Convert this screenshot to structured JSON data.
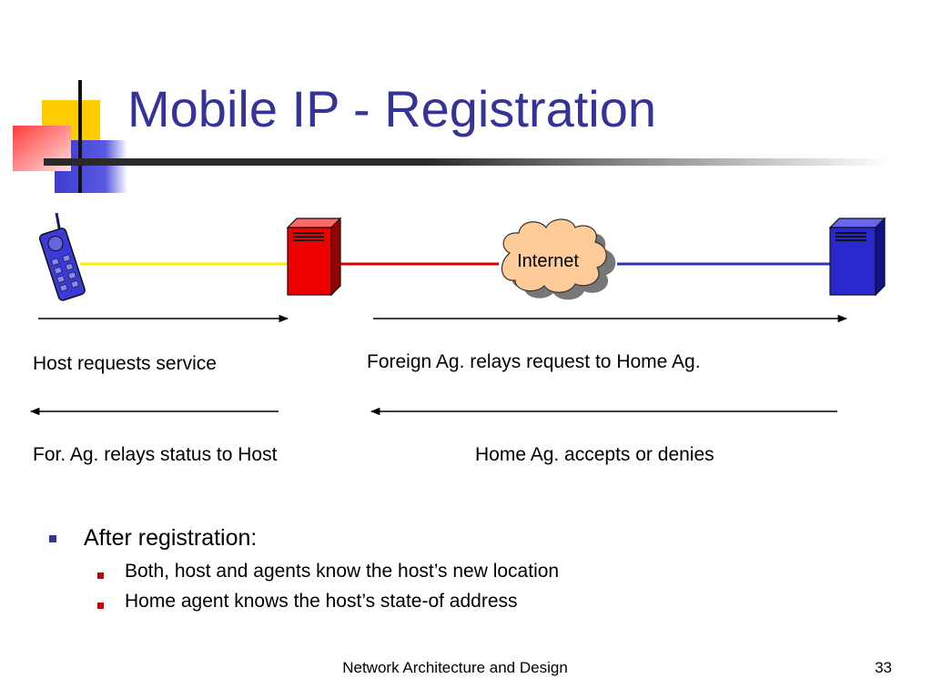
{
  "slide": {
    "title": "Mobile IP - Registration",
    "footer_text": "Network Architecture and Design",
    "page_number": "33"
  },
  "diagram": {
    "cloud_label": "Internet",
    "labels": {
      "host_requests": "Host requests service",
      "foreign_relays": "Foreign Ag. relays request to Home Ag.",
      "for_relays_status": "For. Ag. relays status to Host",
      "home_accepts": "Home Ag. accepts or denies"
    },
    "colors": {
      "mobile_body": "#3a3ad6",
      "foreign_agent": "#ee0000",
      "home_agent": "#2828cc",
      "cloud_fill": "#ffcc99",
      "link_mobile": "#ffee00",
      "link_foreign": "#dd0000",
      "link_home": "#3333aa",
      "title": "#333399"
    }
  },
  "bullets": {
    "level1": "After registration:",
    "level2": [
      "Both, host and agents know the host’s new location",
      "Home agent knows the host’s state-of address"
    ]
  }
}
